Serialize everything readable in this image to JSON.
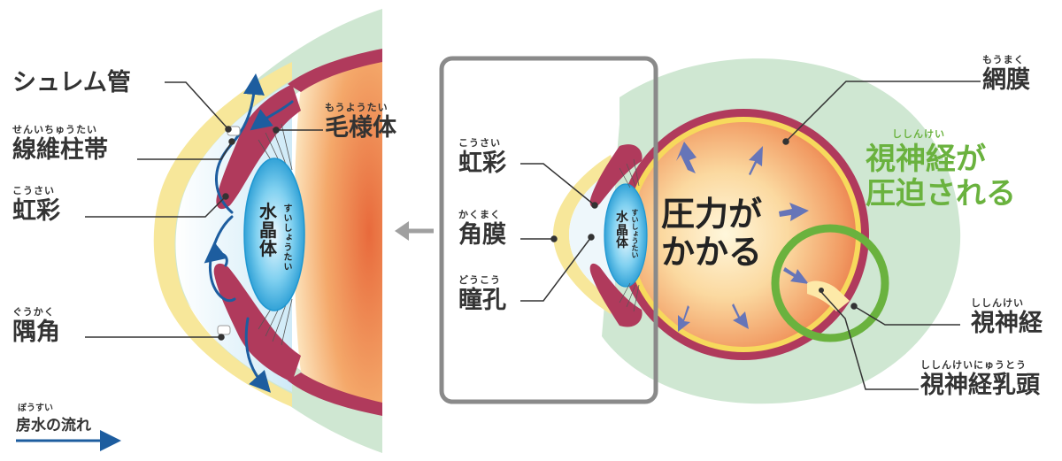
{
  "left_labels": {
    "schlemm": {
      "text": "シュレム管"
    },
    "zonule": {
      "ruby": "せんいちゅうたい",
      "text": "線維柱帯"
    },
    "iris": {
      "ruby": "こうさい",
      "text": "虹彩"
    },
    "angle": {
      "ruby": "ぐうかく",
      "text": "隅角"
    },
    "ciliary": {
      "ruby": "もうようたい",
      "text": "毛様体"
    },
    "lens": {
      "text": "水晶体",
      "ruby": "すいしょうたい"
    }
  },
  "legend": {
    "ruby": "ぼうすい",
    "text": "房水の流れ",
    "arrow_color": "#1d5d9f"
  },
  "middle_labels": {
    "iris": {
      "ruby": "こうさい",
      "text": "虹彩"
    },
    "cornea": {
      "ruby": "かくまく",
      "text": "角膜"
    },
    "pupil": {
      "ruby": "どうこう",
      "text": "瞳孔"
    }
  },
  "right": {
    "lens": {
      "text": "水晶体",
      "ruby": "すいしょうたい"
    },
    "pressure_line1": "圧力が",
    "pressure_line2": "かかる",
    "retina": {
      "ruby": "もうまく",
      "text": "網膜"
    },
    "compressed": {
      "ruby": "ししんけい",
      "line1": "視神経が",
      "line2": "圧迫される"
    },
    "optic_nerve": {
      "ruby": "ししんけい",
      "text": "視神経"
    },
    "optic_disc": {
      "ruby": "ししんけいにゅうとう",
      "text": "視神経乳頭"
    }
  },
  "colors": {
    "sclera_green": "#cfe7d2",
    "cornea_yellow": "#f7e79a",
    "muscle": "#b03a5c",
    "lens_blue": "#2aa3d9",
    "vitreous_orange": "#ef8f5a",
    "pressure_arrow": "#6675b8",
    "highlight_green": "#6ab23e",
    "frame_gray": "#8a8a8a"
  }
}
